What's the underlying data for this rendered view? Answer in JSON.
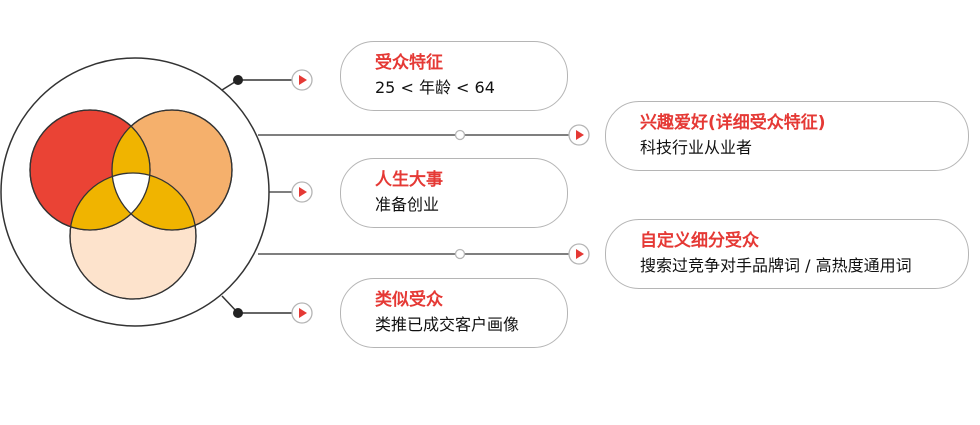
{
  "colors": {
    "accent": "#e53935",
    "circle_red": "#ea4335",
    "circle_orange": "#f5b06c",
    "circle_peach": "#fde3cc",
    "overlap": "#f0b400",
    "line": "#333333"
  },
  "items": [
    {
      "title": "受众特征",
      "desc": "25 < 年龄 < 64"
    },
    {
      "title": "兴趣爱好(详细受众特征)",
      "desc": "科技行业从业者"
    },
    {
      "title": "人生大事",
      "desc": "准备创业"
    },
    {
      "title": "自定义细分受众",
      "desc": "搜索过竞争对手品牌词 / 高热度通用词"
    },
    {
      "title": "类似受众",
      "desc": "类推已成交客户画像"
    }
  ]
}
